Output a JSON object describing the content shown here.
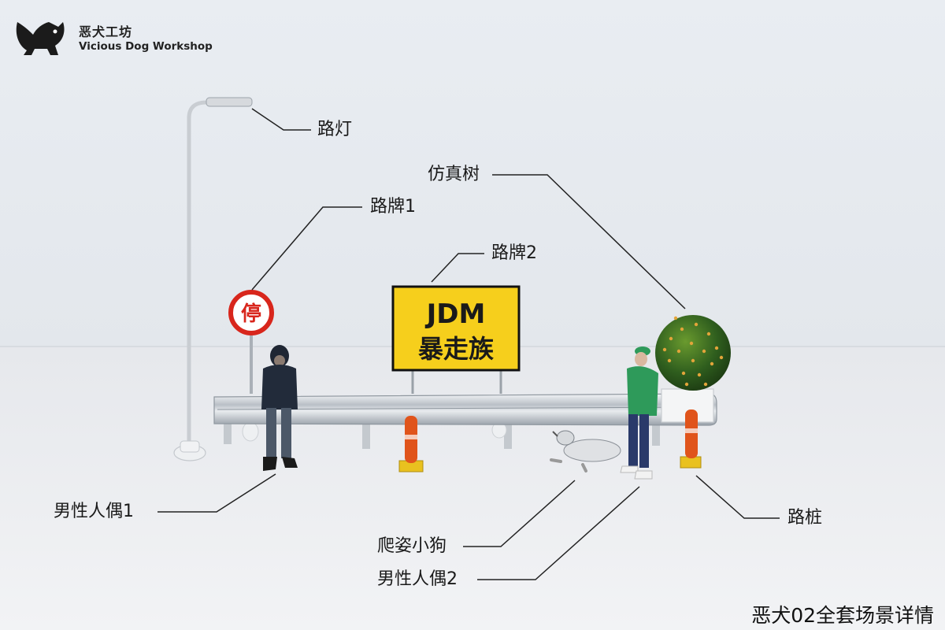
{
  "brand": {
    "name_cn": "恶犬工坊",
    "name_en": "Vicious Dog Workshop",
    "logo_icon": "black-cat-dog-icon"
  },
  "callouts": {
    "street_lamp": "路灯",
    "road_sign_1": "路牌1",
    "road_sign_2": "路牌2",
    "fake_tree": "仿真树",
    "male_figure_1": "男性人偶1",
    "crawling_dog": "爬姿小狗",
    "male_figure_2": "男性人偶2",
    "bollard": "路桩"
  },
  "signs": {
    "stop_char": "停",
    "board_line_1": "JDM",
    "board_line_2": "暴走族"
  },
  "caption": "恶犬02全套场景详情",
  "colors": {
    "sign_yellow": "#f6cf1c",
    "stop_red": "#d8261c",
    "bollard_orange": "#e0541b",
    "jacket_green": "#2e9a5a"
  }
}
